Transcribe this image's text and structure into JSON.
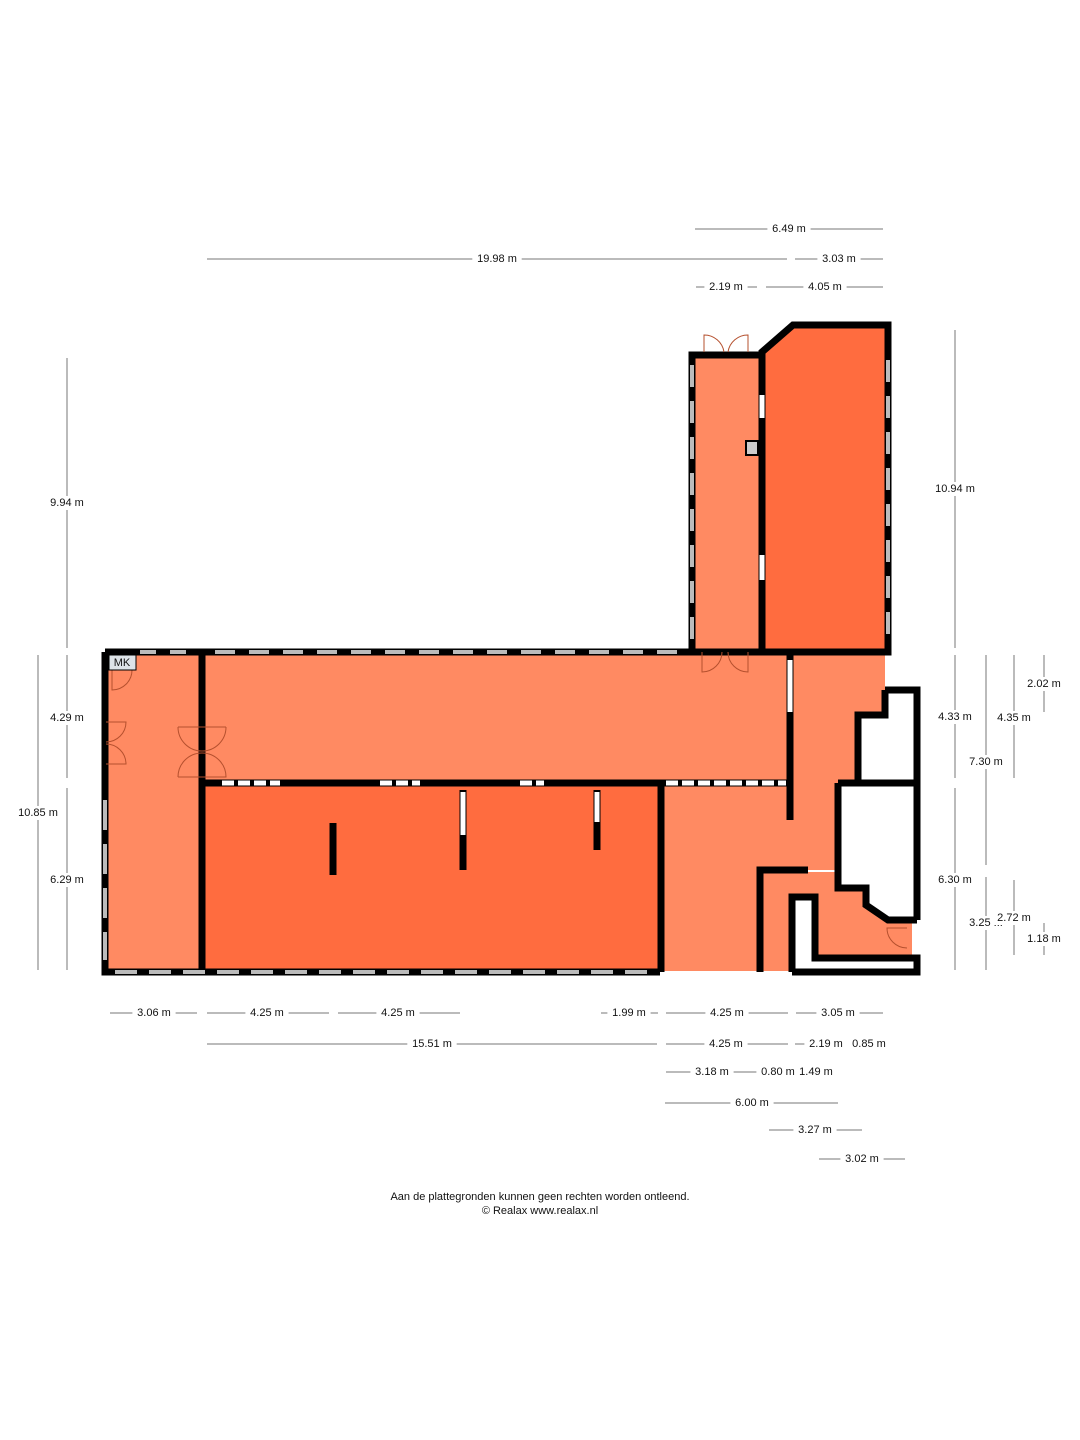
{
  "plan": {
    "room_label_mk": "MK",
    "colors": {
      "room_light": "#FF8A62",
      "room_dark": "#FF6C3F",
      "wall": "#000000",
      "window": "#BBBBBB"
    }
  },
  "dimensions": [
    "6.49 m",
    "19.98 m",
    "3.03 m",
    "2.19 m",
    "4.05 m",
    "9.94 m",
    "4.29 m",
    "10.85 m",
    "6.29 m",
    "10.94 m",
    "4.33 m",
    "7.30 m",
    "4.35 m",
    "2.02 m",
    "6.30 m",
    "3.25 ...",
    "2.72 m",
    "1.18 m",
    "3.06 m",
    "4.25 m",
    "4.25 m",
    "1.99 m",
    "4.25 m",
    "3.05 m",
    "15.51 m",
    "4.25 m",
    "2.19 m",
    "0.85 m",
    "3.18 m",
    "0.80 m",
    "1.49 m",
    "6.00 m",
    "3.27 m",
    "3.02 m"
  ],
  "footer": {
    "disclaimer": "Aan de plattegronden kunnen geen rechten worden ontleend.",
    "copyright": "© Realax www.realax.nl"
  }
}
